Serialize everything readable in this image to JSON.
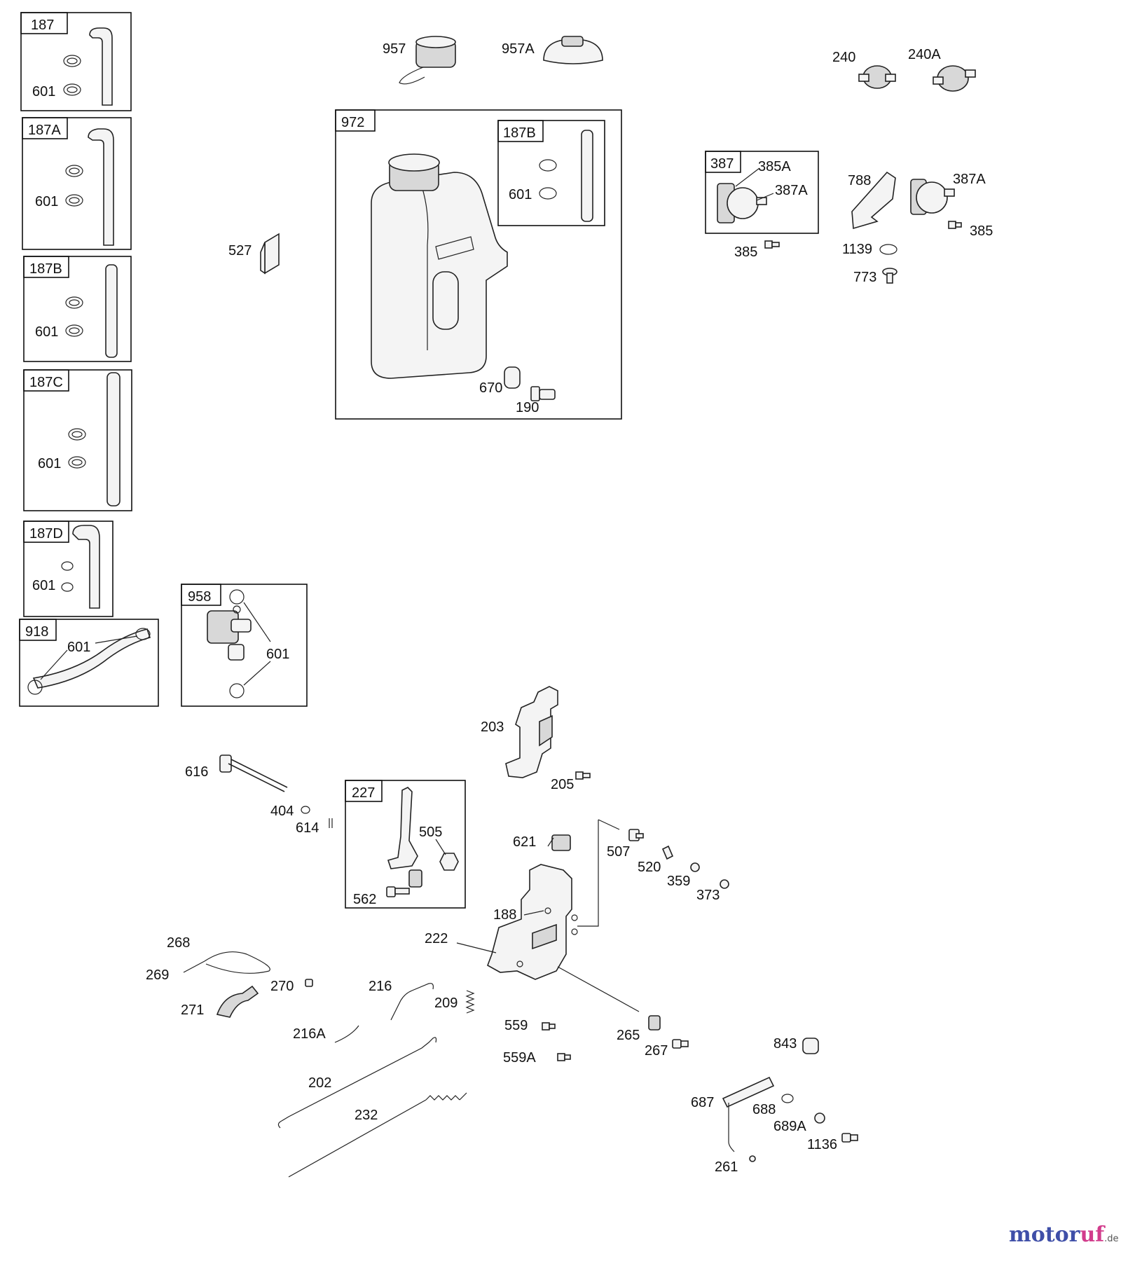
{
  "labels": {
    "l187": "187",
    "l187a": "187A",
    "l187b": "187B",
    "l187c": "187C",
    "l187d": "187D",
    "l918": "918",
    "l958": "958",
    "l972": "972",
    "l187b2": "187B",
    "l387": "387",
    "l227": "227",
    "l601": "601",
    "l957": "957",
    "l957a": "957A",
    "l240": "240",
    "l240a": "240A",
    "l385a": "385A",
    "l387a": "387A",
    "l387a2": "387A",
    "l385": "385",
    "l788": "788",
    "l1139": "1139",
    "l773": "773",
    "l527": "527",
    "l670": "670",
    "l190": "190",
    "l203": "203",
    "l205": "205",
    "l616": "616",
    "l404": "404",
    "l614": "614",
    "l505": "505",
    "l562": "562",
    "l621": "621",
    "l507": "507",
    "l520": "520",
    "l359": "359",
    "l373": "373",
    "l188": "188",
    "l222": "222",
    "l268": "268",
    "l269": "269",
    "l270": "270",
    "l271": "271",
    "l216": "216",
    "l209": "209",
    "l216a": "216A",
    "l559": "559",
    "l559a": "559A",
    "l265": "265",
    "l267": "267",
    "l202": "202",
    "l232": "232",
    "l843": "843",
    "l687": "687",
    "l688": "688",
    "l689a": "689A",
    "l1136": "1136",
    "l261": "261"
  },
  "watermark": {
    "part1": "motor",
    "part2": "uf",
    "suffix": ".de"
  }
}
